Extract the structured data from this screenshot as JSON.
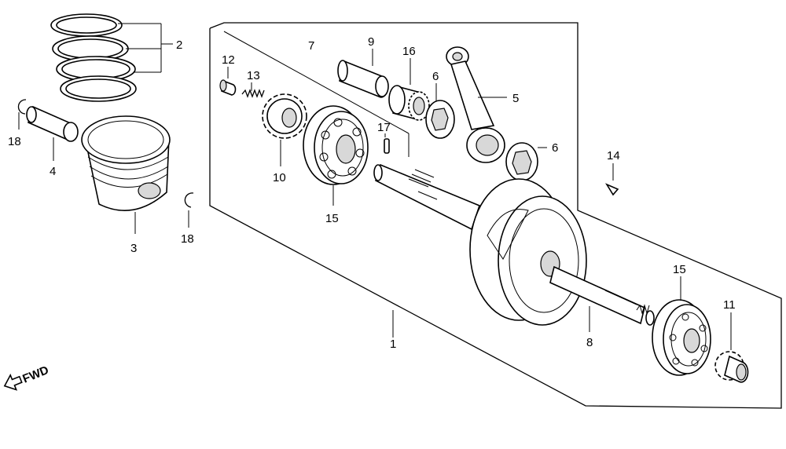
{
  "diagram": {
    "direction_label": "FWD",
    "callouts": {
      "c1": "1",
      "c2": "2",
      "c3": "3",
      "c4": "4",
      "c5": "5",
      "c6a": "6",
      "c6b": "6",
      "c7": "7",
      "c8": "8",
      "c9": "9",
      "c10": "10",
      "c11": "11",
      "c12": "12",
      "c13": "13",
      "c14": "14",
      "c15a": "15",
      "c15b": "15",
      "c16": "16",
      "c17": "17",
      "c18a": "18",
      "c18b": "18"
    }
  }
}
